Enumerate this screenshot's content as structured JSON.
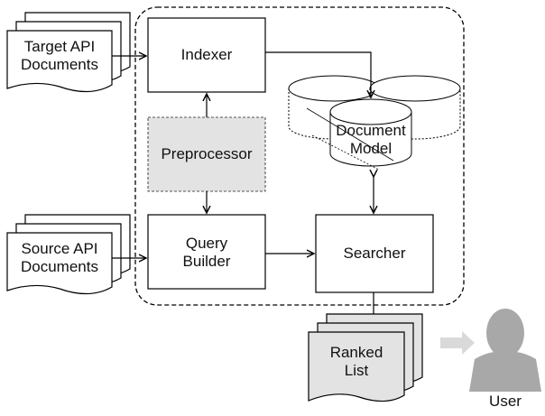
{
  "components": {
    "indexer": "Indexer",
    "preprocessor": "Preprocessor",
    "query_builder": "Query\nBuilder",
    "searcher": "Searcher",
    "document_model": "Document\nModel"
  },
  "inputs": {
    "target_docs": "Target API\nDocuments",
    "source_docs": "Source API\nDocuments"
  },
  "outputs": {
    "ranked_list": "Ranked\nList",
    "user": "User"
  },
  "colors": {
    "stroke": "#000000",
    "preprocessor_fill": "#e3e3e3",
    "ranked_list_fill": "#e3e3e3",
    "user_icon": "#a8a8a8",
    "user_arrow": "#d9d9d9"
  }
}
